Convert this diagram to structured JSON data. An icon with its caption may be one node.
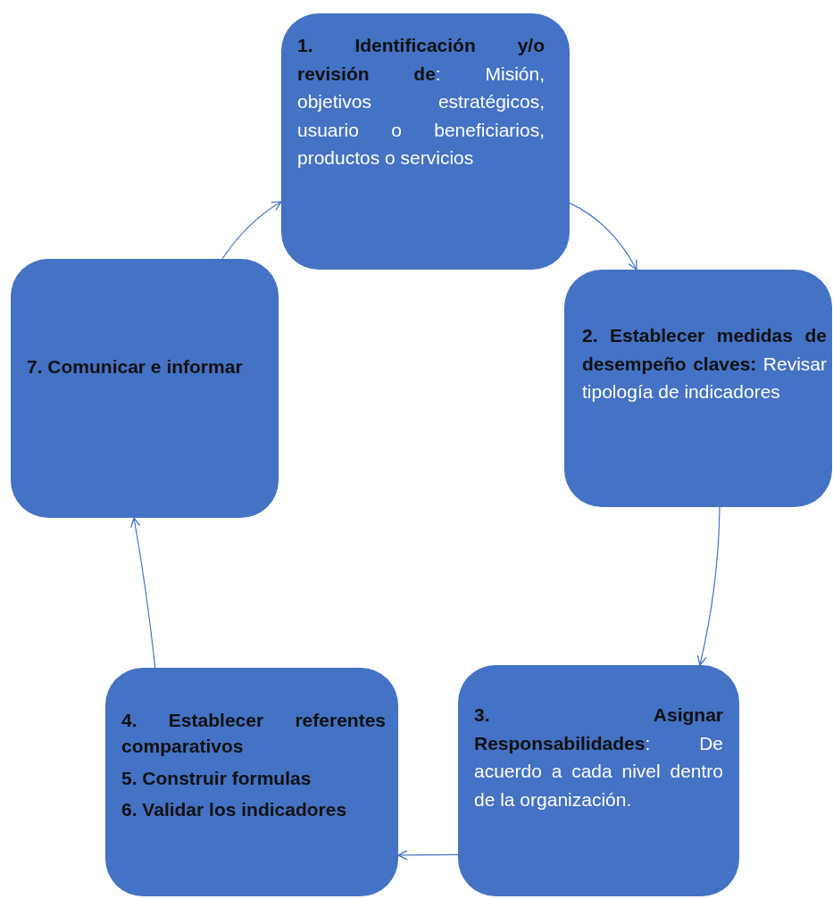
{
  "diagram": {
    "nodes": [
      {
        "text": [
          "**1. Identificación y/o revisión de**: Misión, objetivos estratégicos, usuario o beneficiarios, productos o servicios"
        ]
      },
      {
        "text": [
          "**2. Establecer medidas de desempeño claves:** Revisar tipología de indicadores"
        ]
      },
      {
        "text": [
          "**3. Asignar Responsabilidades**: De acuerdo a cada nivel dentro de la organización."
        ]
      },
      {
        "text": [
          "4. Establecer referentes comparativos",
          "5. Construir formulas",
          "6. Validar los indicadores"
        ]
      },
      {
        "text": [
          "7. Comunicar e informar"
        ]
      }
    ],
    "edges": [
      {
        "from": 0,
        "to": 1,
        "arrow": "to"
      },
      {
        "from": 1,
        "to": 2,
        "arrow": "to"
      },
      {
        "from": 2,
        "to": 3,
        "arrow": "to"
      },
      {
        "from": 3,
        "to": 4,
        "arrow": "to"
      },
      {
        "from": 4,
        "to": 0,
        "arrow": "to"
      }
    ]
  }
}
